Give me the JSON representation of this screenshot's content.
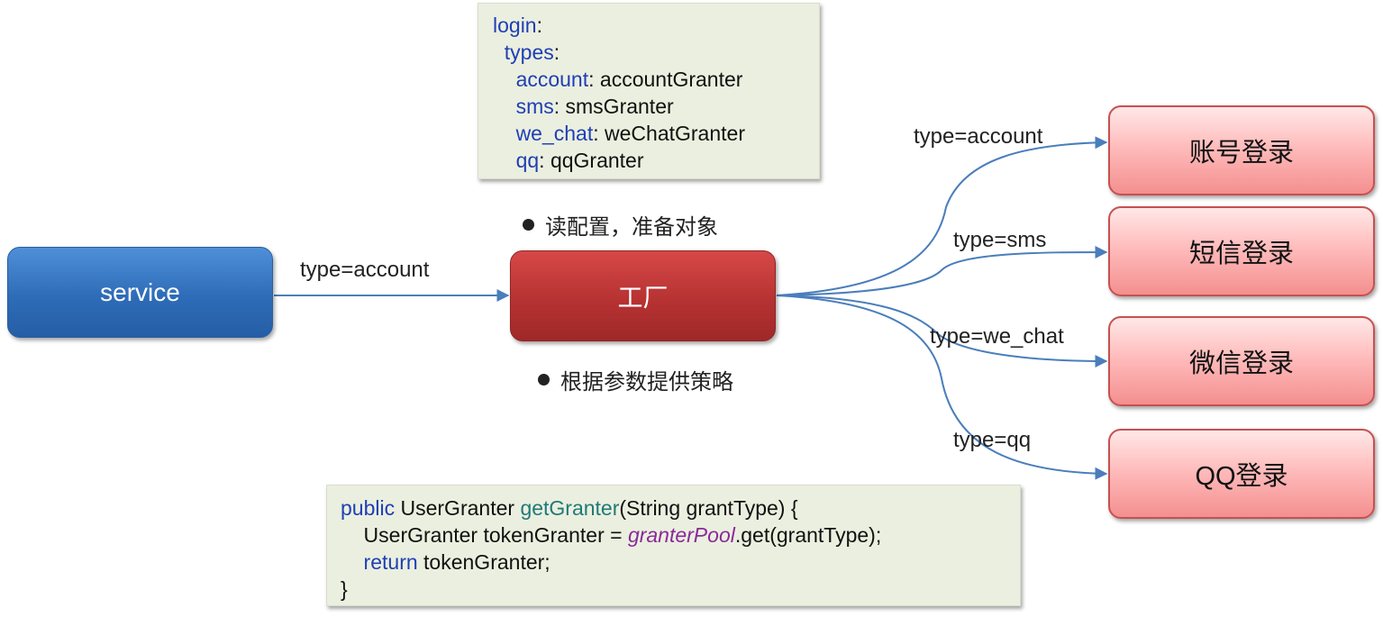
{
  "config": {
    "lines": [
      {
        "key": "login",
        "sep": ":",
        "value": ""
      },
      {
        "key": "types",
        "sep": ":",
        "value": ""
      },
      {
        "key": "account",
        "sep": ": ",
        "value": "accountGranter"
      },
      {
        "key": "sms",
        "sep": ": ",
        "value": "smsGranter"
      },
      {
        "key": "we_chat",
        "sep": ": ",
        "value": "weChatGranter"
      },
      {
        "key": "qq",
        "sep": ": ",
        "value": "qqGranter"
      }
    ]
  },
  "nodes": {
    "service": "service",
    "factory": "工厂",
    "account_login": "账号登录",
    "sms_login": "短信登录",
    "wechat_login": "微信登录",
    "qq_login": "QQ登录"
  },
  "edges": {
    "service_to_factory": "type=account",
    "to_account": "type=account",
    "to_sms": "type=sms",
    "to_wechat": "type=we_chat",
    "to_qq": "type=qq"
  },
  "notes": {
    "read_config": "读配置，准备对象",
    "provide_strategy": "根据参数提供策略"
  },
  "code": {
    "l1_kw": "public",
    "l1_type": " UserGranter ",
    "l1_fn": "getGranter",
    "l1_rest": "(String grantType) {",
    "l2_a": "    UserGranter tokenGranter = ",
    "l2_field": "granterPool",
    "l2_rest": ".get(grantType);",
    "l3_kw": "    return",
    "l3_rest": " tokenGranter;",
    "l4": "}"
  },
  "colors": {
    "service": "#2e6cb8",
    "factory": "#b73232",
    "login_fill": "#ffbcbc",
    "arrow": "#4a7ebb",
    "note_bg": "#ebefdf"
  }
}
